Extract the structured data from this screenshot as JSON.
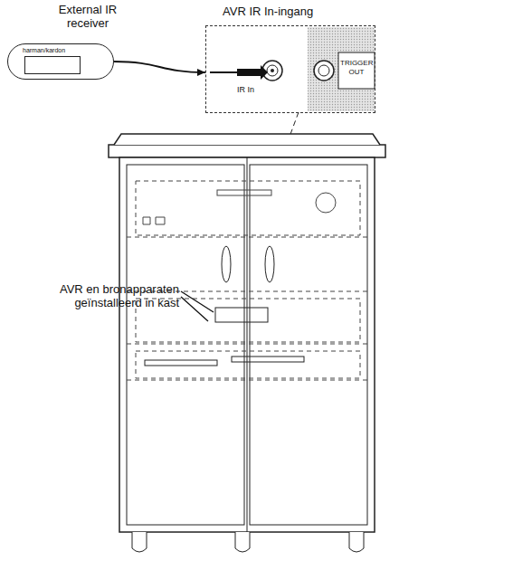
{
  "diagram": {
    "nodes": [
      {
        "text": [
          "External IR receiver",
          "harman/kardon"
        ]
      },
      {
        "text": [
          "AVR IR In-ingang"
        ]
      }
    ],
    "edges": [
      {
        "from": 0,
        "to": 1,
        "arrow": "to"
      }
    ],
    "labels": [
      "IR In",
      "TRIGGER OUT",
      "AVR en bronapparaten geïnstalleerd in kast"
    ]
  }
}
